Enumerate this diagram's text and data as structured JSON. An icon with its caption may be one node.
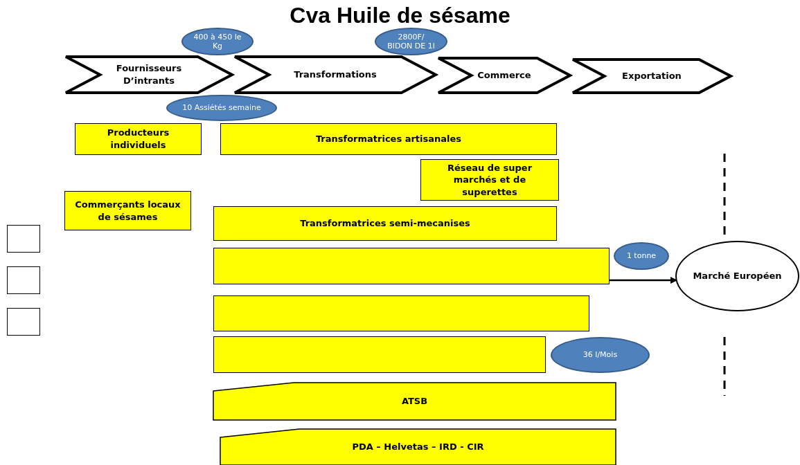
{
  "diagram": {
    "title": "Cva Huile de sésame",
    "nodes": [
      {
        "text": [
          "Fournisseurs D’intrants"
        ]
      },
      {
        "text": [
          "Transformations"
        ]
      },
      {
        "text": [
          "Commerce"
        ]
      },
      {
        "text": [
          "Exportation"
        ]
      },
      {
        "text": [
          "400 à 450 le Kg"
        ]
      },
      {
        "text": [
          "2800F/ BIDON DE 1l"
        ]
      },
      {
        "text": [
          "Producteurs individuels"
        ]
      },
      {
        "text": [
          "Transformatrices artisanales"
        ]
      },
      {
        "text": [
          "10 Assiétés semaine"
        ]
      },
      {
        "text": [
          "Réseau de super marchés et de superettes"
        ]
      },
      {
        "text": [
          "Commerçants locaux de sésames"
        ]
      },
      {
        "text": [
          "Transformatrices semi-mecanises"
        ]
      },
      {
        "text": [],
        "shape": "box"
      },
      {
        "text": [],
        "shape": "box"
      },
      {
        "text": [],
        "shape": "box"
      },
      {
        "text": [],
        "shape": "box"
      },
      {
        "text": [
          "1 tonne"
        ]
      },
      {
        "text": [
          "Marché Européen"
        ]
      },
      {
        "text": [],
        "shape": "box"
      },
      {
        "text": [],
        "shape": "box"
      },
      {
        "text": [
          "36 l/Mois"
        ]
      },
      {
        "text": [
          "ATSB"
        ]
      },
      {
        "text": [
          "PDA – Helvetas – IRD - CIR"
        ]
      }
    ],
    "edges": [
      {
        "from": 15,
        "to": 17,
        "arrow": "to"
      }
    ]
  }
}
